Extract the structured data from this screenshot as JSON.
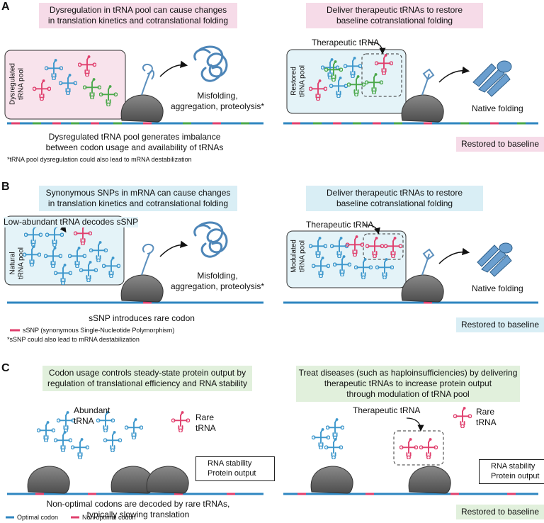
{
  "panelA": {
    "letter": "A",
    "left_title_1": "Dysregulation in tRNA pool can cause changes",
    "left_title_2": "in translation kinetics and cotranslational folding",
    "right_title_1": "Deliver therapeutic tRNAs to restore",
    "right_title_2": "baseline cotranslational folding",
    "pool_left_1": "Dysregulated",
    "pool_left_2": "tRNA pool",
    "pool_right_1": "Restored",
    "pool_right_2": "tRNA pool",
    "therapeutic": "Therapeutic tRNA",
    "misfold_1": "Misfolding,",
    "misfold_2": "aggregation, proteolysis*",
    "native": "Native folding",
    "caption_1": "Dysregulated tRNA pool generates imbalance",
    "caption_2": "between codon usage and availability of tRNAs",
    "footnote": "*tRNA pool dysregulation could also lead to mRNA destabilization",
    "restored": "Restored to baseline"
  },
  "panelB": {
    "letter": "B",
    "left_title_1": "Synonymous SNPs in mRNA can cause changes",
    "left_title_2": "in translation kinetics and cotranslational folding",
    "right_title_1": "Deliver therapeutic tRNAs to restore",
    "right_title_2": "baseline cotranslational folding",
    "low_abundant": "Low-abundant tRNA decodes sSNP",
    "pool_left_1": "Natural",
    "pool_left_2": "tRNA pool",
    "pool_right_1": "Modulated",
    "pool_right_2": "tRNA pool",
    "therapeutic": "Therapeutic tRNA",
    "misfold_1": "Misfolding,",
    "misfold_2": "aggregation, proteolysis*",
    "native": "Native folding",
    "caption": "sSNP introduces rare codon",
    "legend": "sSNP (synonymous Single-Nucleotide Polymorphism)",
    "footnote": "*sSNP could also lead to mRNA destabilization",
    "restored": "Restored to baseline"
  },
  "panelC": {
    "letter": "C",
    "left_title_1": "Codon usage controls steady-state protein output by",
    "left_title_2": "regulation of translational efficiency and RNA stability",
    "right_title_1": "Treat diseases (such as haploinsufficiencies) by delivering",
    "right_title_2": "therapeutic tRNAs to increase protein output",
    "right_title_3": "through modulation of tRNA pool",
    "abundant_1": "Abundant",
    "abundant_2": "tRNA",
    "rare_1": "Rare",
    "rare_2": "tRNA",
    "therapeutic": "Therapeutic tRNA",
    "rna_stability": "RNA stability",
    "protein_output": "Protein output",
    "caption_1": "Non-optimal codons are decoded by rare tRNAs,",
    "caption_2": "typically slowing translation",
    "legend_optimal": "Optimal codon",
    "legend_nonoptimal": "Non-optimal codon",
    "restored": "Restored to baseline"
  },
  "colors": {
    "blue_trna": "#3d97cc",
    "pink_trna": "#e0406e",
    "green_trna": "#4aa84a",
    "mrna_blue": "#2f86c0",
    "codon_pink": "#e0406e",
    "ribosome": "#6b6b6b",
    "protein": "#4e86b8",
    "pink_bg": "#f6dbe8",
    "blue_bg": "#d9eef5",
    "green_bg": "#e1f0dc",
    "arrow_down": "#d8323c",
    "arrow_up": "#2f8a3c"
  },
  "icons": [
    "trna-icon",
    "ribosome-icon",
    "protein-icon",
    "curved-arrow-icon",
    "down-arrow-icon",
    "up-arrow-icon"
  ]
}
